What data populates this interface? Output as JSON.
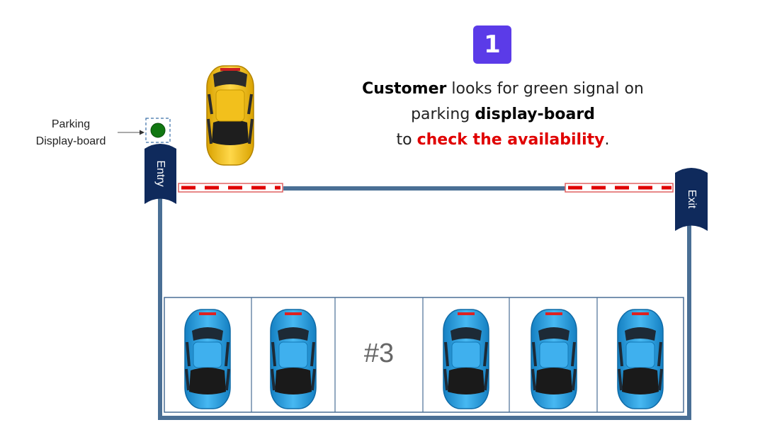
{
  "step": {
    "number": "1"
  },
  "caption": {
    "line1_bold": "Customer",
    "line1_rest": " looks for green signal on",
    "line2_pre": "parking ",
    "line2_bold": "display-board",
    "line3_pre": "to ",
    "line3_red": "check the availability",
    "line3_post": "."
  },
  "display_board": {
    "label_line1": "Parking",
    "label_line2": "Display-board",
    "signal_color": "#117711"
  },
  "gates": {
    "entry_label": "Entry",
    "exit_label": "Exit",
    "gate_color": "#0f2a5c",
    "barrier_color": "#e00000"
  },
  "parking_lot": {
    "boundary_color": "#4a6f95",
    "slots": [
      {
        "occupied": true
      },
      {
        "occupied": true
      },
      {
        "occupied": false,
        "label": "#3"
      },
      {
        "occupied": true
      },
      {
        "occupied": true
      },
      {
        "occupied": true
      }
    ]
  },
  "colors": {
    "arriving_car": "#f5c518",
    "parked_car": "#2aa3e6",
    "badge": "#5b3be8"
  }
}
